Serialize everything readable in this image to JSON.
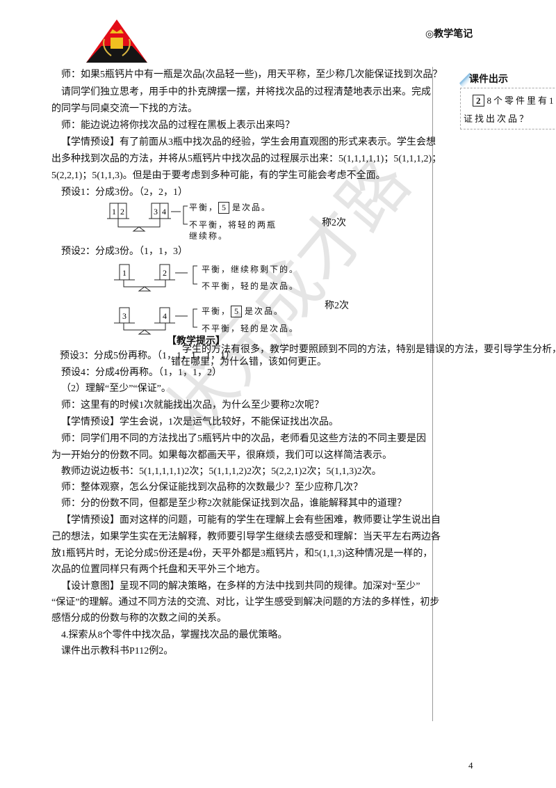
{
  "header": {
    "notes_label": "◎教学笔记"
  },
  "watermark": "状元成才路",
  "sidebar": {
    "title": "课件出示",
    "example_num": "2",
    "line1": "8个零件里有1",
    "line2": "证找出次品？"
  },
  "body": {
    "l1": "师：如果5瓶钙片中有一瓶是次品(次品轻一些)，用天平称，至少称几次能保证找到次品？",
    "l2": "请同学们独立思考，用手中的扑克牌摆一摆，并将找次品的过程清楚地表示出来。完成",
    "l3": "的同学与同桌交流一下找的方法。",
    "l4": "师：能边说边将你找次品的过程在黑板上表示出来吗？",
    "l5": "【学情预设】有了前面从3瓶中找次品的经验，学生会用直观图的形式来表示。学生会想",
    "l6": "出多种找到次品的方法，并将从5瓶钙片中找次品的过程展示出来：5(1,1,1,1,1)；5(1,1,1,2)；",
    "l7": "5(2,2,1)；5(1,1,3)。但是由于要考虑到多种可能，有的学生可能会考虑不全面。",
    "l8": "预设1：分成3份。（2，2，1）",
    "l9": "预设2：分成3份。（1，1，3）",
    "l10": "预设3：分成5份再称。（1，1，1，1，1）",
    "l11": "预设4：分成4份再称。（1，1，1，2）",
    "l12": "（2）理解“至少”“保证”。",
    "l13": "师：这里有的时候1次就能找出次品，为什么至少要称2次呢？",
    "l14": "【学情预设】学生会说，1次是运气比较好，不能保证找出次品。",
    "l15": "师：同学们用不同的方法找出了5瓶钙片中的次品，老师看见这些方法的不同主要是因",
    "l16": "为一开始分的份数不同。如果每次都画天平，很麻烦，我们可以这样简洁表示。",
    "l17": "教师边说边板书：5(1,1,1,1,1)2次；5(1,1,1,2)2次；5(2,2,1)2次；5(1,1,3)2次。",
    "l18": "师：整体观察，怎么分保证能找到次品称的次数最少？至少应称几次？",
    "l19": "师：分的份数不同，但都是至少称2次就能保证找到次品，谁能解释其中的道理？",
    "l20": "【学情预设】面对这样的问题，可能有的学生在理解上会有些困难，教师要让学生说出自",
    "l21": "己的想法，如果学生实在无法解释，教师要引导学生继续去感受和理解：当天平左右两边各",
    "l22": "放1瓶钙片时，无论分成5份还是4份，天平外都是3瓶钙片，和5(1,1,3)这种情况是一样的，",
    "l23": "次品的位置同样只有两个托盘和天平外三个地方。",
    "l24": "【设计意图】呈现不同的解决策略，在多样的方法中找到共同的规律。加深对“至少”",
    "l25": "“保证”的理解。通过不同方法的交流、对比，让学生感受到解决问题的方法的多样性，初步",
    "l26": "感悟分成的份数与称的次数之间的关系。",
    "l27": "4.探索从8个零件中找次品，掌握找次品的最优策略。",
    "l28": "课件出示教科书P112例2。"
  },
  "diagram1": {
    "left": [
      "1",
      "2"
    ],
    "right": [
      "3",
      "4"
    ],
    "balanced_pre": "平衡，",
    "balanced_box": "5",
    "balanced_post": "是次品。",
    "unbalanced_1": "不平衡，将轻的两瓶",
    "unbalanced_2": "继续称。",
    "times": "称2次"
  },
  "diagram2": {
    "left": "1",
    "right": "2",
    "balanced": "平衡，继续称剩下的。",
    "unbalanced": "不平衡，轻的是次品。",
    "times": "称2次"
  },
  "diagram3": {
    "left": "3",
    "right": "4",
    "balanced_pre": "平衡，",
    "balanced_box": "5",
    "balanced_post": "是次品。",
    "unbalanced": "不平衡，轻的是次品。"
  },
  "tip": {
    "title": "【教学提示】",
    "line1": "学生的方法有很多，教学时要照顾到不同的方法，特别是错误的方法，要引导学生分析，",
    "line2": "错在哪里，为什么错，该如何更正。"
  },
  "page_number": "4"
}
